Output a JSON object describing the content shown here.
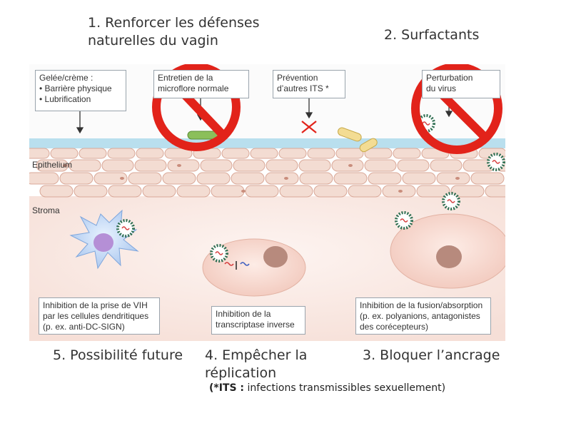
{
  "headings": {
    "h1": "1. Renforcer les défenses naturelles du vagin",
    "h2": "2. Surfactants",
    "h3": "3. Bloquer l’ancrage",
    "h4": "4. Empêcher la réplication",
    "h5": "5. Possibilité future"
  },
  "footnote": {
    "marker": "(*ITS :",
    "text": " infections transmissibles sexuellement)"
  },
  "labels": {
    "gel_title": "Gelée/crème :",
    "gel_item1": "• Barrière physique",
    "gel_item2": "• Lubrification",
    "flora_line1": "Entretien de la",
    "flora_line2": "microflore normale",
    "prevention_line1": "Prévention",
    "prevention_line2": "d’autres ITS",
    "prevention_star": "*",
    "surf_line1": "Perturbation",
    "surf_line2": "du virus",
    "epithelium": "Epithelium",
    "stroma": "Stroma",
    "dc_line1": "Inhibition de la prise de VIH",
    "dc_line2": "par les cellules dendritiques",
    "dc_line3": "(p. ex. anti-DC-SIGN)",
    "rt_line1": "Inhibition de la",
    "rt_line2": "transcriptase inverse",
    "fusion_line1": "Inhibition de la fusion/absorption",
    "fusion_line2": "(p. ex. polyanions, antagonistes",
    "fusion_line3": "des corécepteurs)"
  },
  "colors": {
    "prohibition_red": "#e2231a",
    "virus_green": "#2f6f52",
    "virus_red": "#d64040",
    "epithelium_fill": "#f3dcd2",
    "stroma_fill": "#fbeee9",
    "gel_layer": "#b9dfee"
  },
  "icons": [
    "prohibition-sign-icon",
    "virus-icon",
    "dendritic-cell-icon",
    "cross-mark-icon",
    "bacteria-icon",
    "arrow-down-icon"
  ]
}
